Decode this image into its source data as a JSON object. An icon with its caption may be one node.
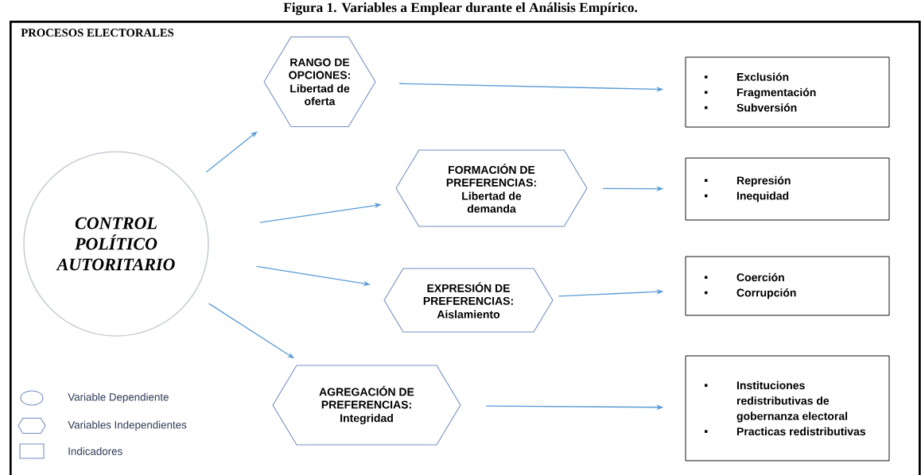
{
  "diagram": {
    "title": "Figura 1. Variables a Emplear durante el Análisis Empírico.",
    "nodes": [
      {
        "text": [
          "PROCESOS ELECTORALES"
        ]
      },
      {
        "text": [
          "CONTROL POLÍTICO AUTORITARIO"
        ],
        "in": 0
      },
      {
        "text": [
          "RANGO DE OPCIONES:",
          "Libertad de oferta"
        ],
        "in": 0
      },
      {
        "text": [
          "FORMACIÓN DE PREFERENCIAS:",
          "Libertad de demanda"
        ],
        "in": 0
      },
      {
        "text": [
          "EXPRESIÓN DE PREFERENCIAS:",
          "Aislamiento"
        ],
        "in": 0
      },
      {
        "text": [
          "AGREGACIÓN DE PREFERENCIAS:",
          "Integridad"
        ],
        "in": 0
      },
      {
        "text": [
          "Exclusión",
          "Fragmentación",
          "Subversión"
        ],
        "in": 0
      },
      {
        "text": [
          "Represión",
          "Inequidad"
        ],
        "in": 0
      },
      {
        "text": [
          "Coerción",
          "Corrupción"
        ],
        "in": 0
      },
      {
        "text": [
          "Instituciones redistributivas de gobernanza electoral",
          "Practicas redistributivas"
        ],
        "in": 0
      }
    ],
    "edges": [
      {
        "from": 1,
        "to": 2,
        "arrow": "to"
      },
      {
        "from": 1,
        "to": 3,
        "arrow": "to"
      },
      {
        "from": 1,
        "to": 4,
        "arrow": "to"
      },
      {
        "from": 1,
        "to": 5,
        "arrow": "to"
      },
      {
        "from": 2,
        "to": 6,
        "arrow": "to"
      },
      {
        "from": 3,
        "to": 7,
        "arrow": "to"
      },
      {
        "from": 4,
        "to": 8,
        "arrow": "to"
      },
      {
        "from": 5,
        "to": 9,
        "arrow": "to"
      }
    ],
    "legend": [
      {
        "text": "Variable Dependiente"
      },
      {
        "text": "Variables Independientes"
      },
      {
        "text": "Indicadores"
      }
    ]
  }
}
